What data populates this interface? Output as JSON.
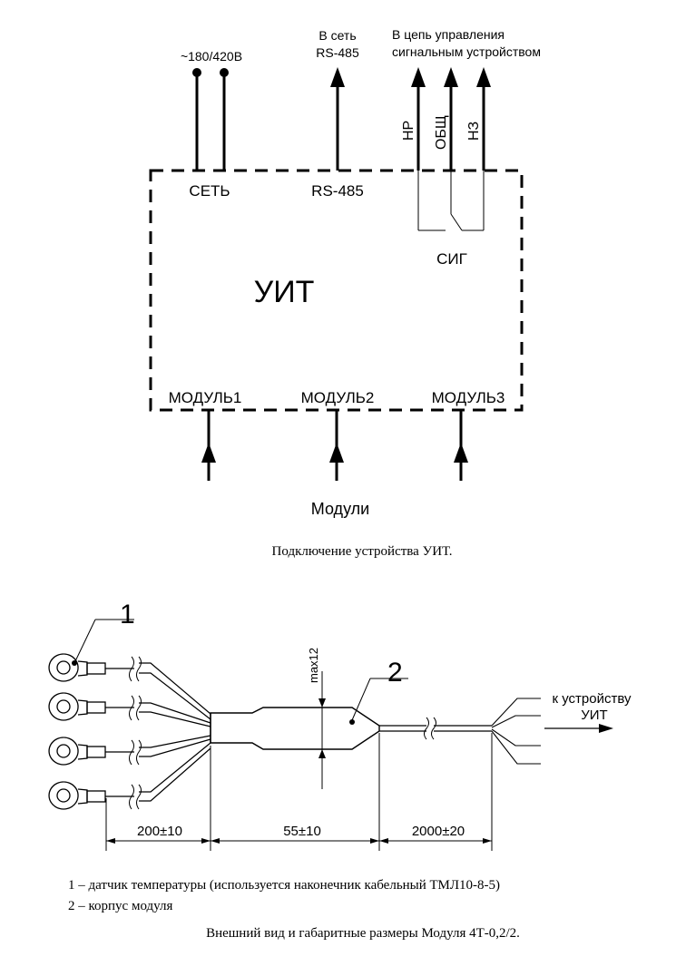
{
  "diagram1": {
    "labels": {
      "power": "~180/420В",
      "rs485_line1": "В сеть",
      "rs485_line2": "RS-485",
      "control_line1": "В цепь управления",
      "control_line2": "сигнальным устройством",
      "wire_nr": "НР",
      "wire_obsh": "ОБЩ",
      "wire_nz": "НЗ",
      "port_set": "СЕТЬ",
      "port_rs485": "RS-485",
      "port_sig": "СИГ",
      "device": "УИТ",
      "port_modul1": "МОДУЛЬ1",
      "port_modul2": "МОДУЛЬ2",
      "port_modul3": "МОДУЛЬ3",
      "modules": "Модули"
    },
    "caption": "Подключение устройства УИТ."
  },
  "diagram2": {
    "callout_1": "1",
    "callout_2": "2",
    "dim_max": "max12",
    "dim_200": "200±10",
    "dim_55": "55±10",
    "dim_2000": "2000±20",
    "to_device_line1": "к устройству",
    "to_device_line2": "УИТ",
    "legend_1": "1 – датчик температуры (используется наконечник кабельный ТМЛ10-8-5)",
    "legend_2": "2 – корпус модуля",
    "caption": "Внешний вид и габаритные размеры Модуля 4Т-0,2/2."
  }
}
